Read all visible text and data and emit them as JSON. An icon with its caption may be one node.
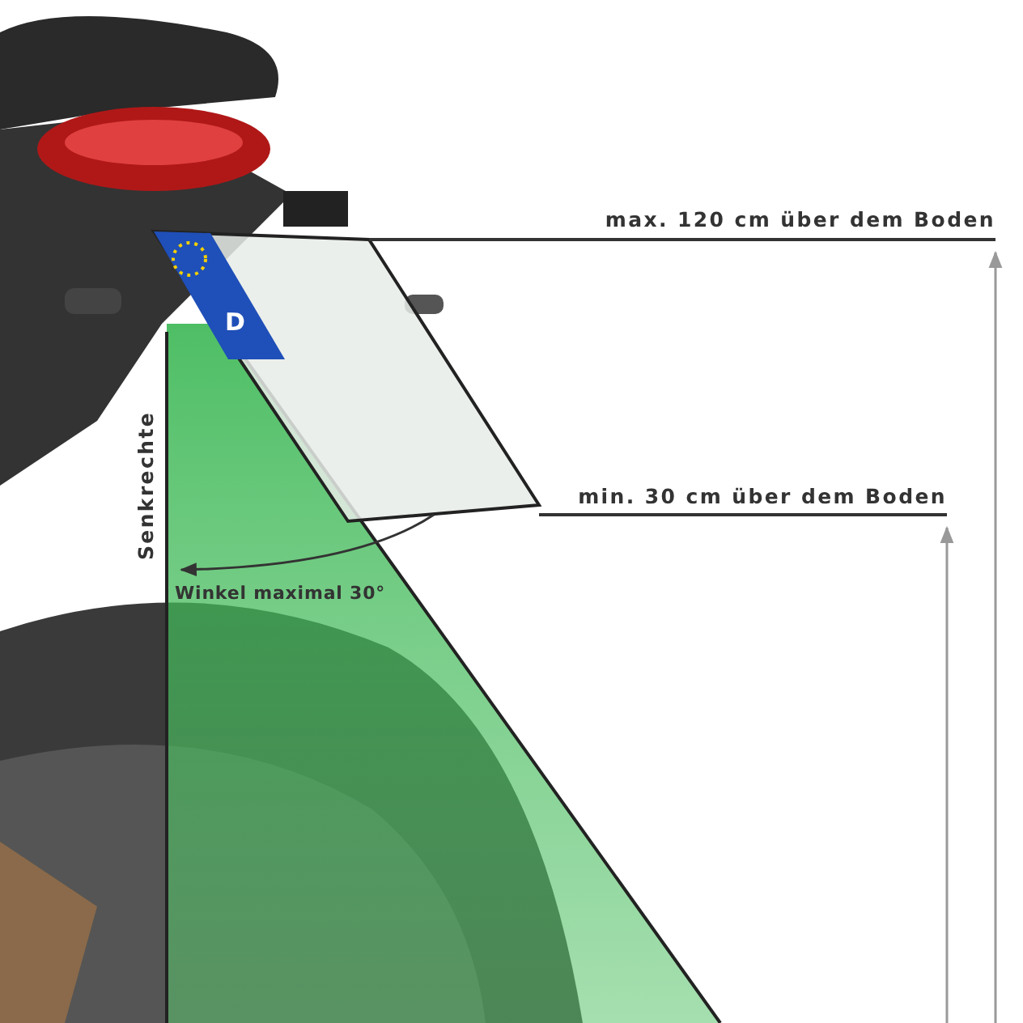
{
  "diagram": {
    "labels": [
      "max. 120 cm über dem Boden",
      "D",
      "min. 30 cm über dem Boden",
      "Senkrechte",
      "Winkel maximal 30°"
    ]
  }
}
